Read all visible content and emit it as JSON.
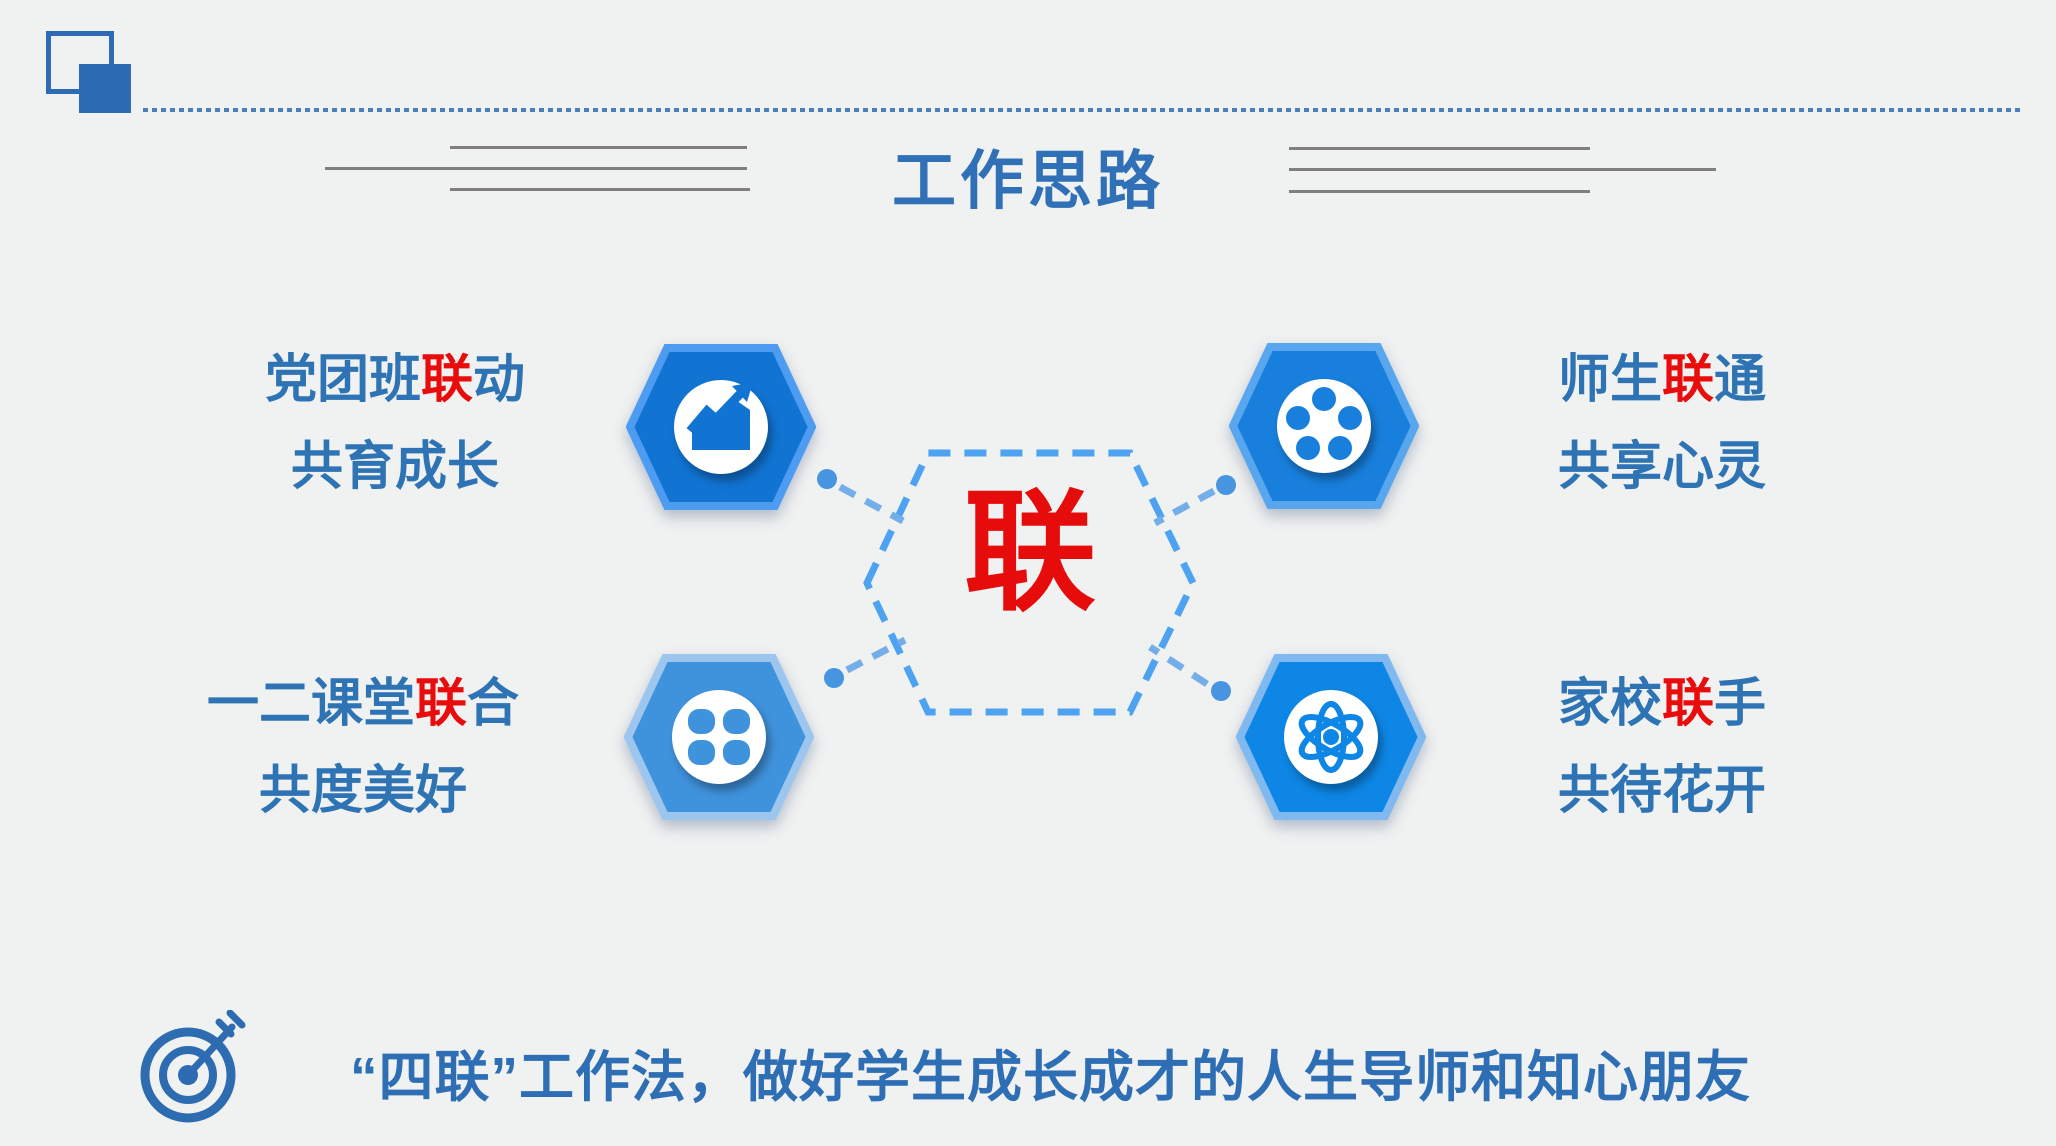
{
  "slide": {
    "title": "工作思路",
    "center_char": "联",
    "caption": "“四联”工作法，做好学生成长成才的人生导师和知心朋友"
  },
  "nodes": {
    "top_left": {
      "line1_pre": "党团班",
      "line1_red": "联",
      "line1_post": "动",
      "line2": "共育成长",
      "icon": "chart-increase-icon"
    },
    "top_right": {
      "line1_pre": "师生",
      "line1_red": "联",
      "line1_post": "通",
      "line2": "共享心灵",
      "icon": "film-reel-icon"
    },
    "bottom_left": {
      "line1_pre": "一二课堂",
      "line1_red": "联",
      "line1_post": "合",
      "line2": "共度美好",
      "icon": "clover-icon"
    },
    "bottom_right": {
      "line1_pre": "家校",
      "line1_red": "联",
      "line1_post": "手",
      "line2": "共待花开",
      "icon": "atom-icon"
    }
  },
  "colors": {
    "background": "#f0f1f1",
    "title_blue": "#2f70b6",
    "label_blue": "#2e74b5",
    "highlight_red": "#e80c0c",
    "logo_blue": "#2d6cb4",
    "gray_line": "#7f7f7f",
    "dotted_line_blue": "#4e80b8",
    "hex_top_left_fill": "#1173d2",
    "hex_top_left_border": "#4d9cf2",
    "hex_top_right_fill": "#187fdc",
    "hex_top_right_border": "#58a7ee",
    "hex_bottom_left_fill": "#3f92dc",
    "hex_bottom_left_border": "#9dc6ee",
    "hex_bottom_right_fill": "#0d86e5",
    "hex_bottom_right_border": "#7fb9f0",
    "center_hex_dash": "#4da2f2",
    "connector_line": "#74aee8",
    "connector_dot": "#4795e0"
  }
}
